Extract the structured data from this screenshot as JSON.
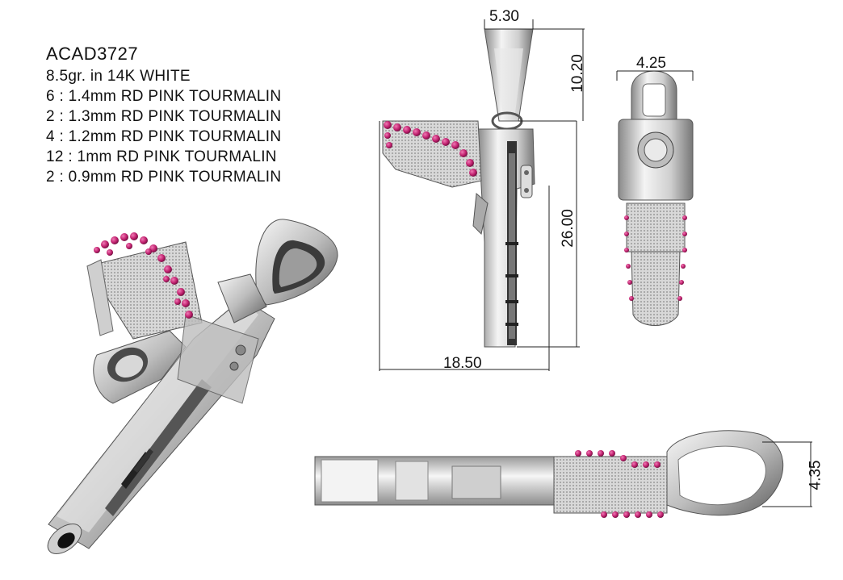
{
  "spec": {
    "code": "ACAD3727",
    "lines": [
      "8.5gr.  in 14K WHITE",
      "6 : 1.4mm RD PINK TOURMALIN",
      "2 : 1.3mm RD PINK TOURMALIN",
      "4 : 1.2mm RD PINK TOURMALIN",
      "12 : 1mm RD PINK TOURMALIN",
      "2 : 0.9mm RD PINK TOURMALIN"
    ]
  },
  "dimensions": {
    "bail_width": "5.30",
    "bail_height": "10.20",
    "body_height": "26.00",
    "body_width": "18.50",
    "side_width": "4.25",
    "depth": "4.35"
  },
  "colors": {
    "metal_light": "#f2f2f2",
    "metal_mid": "#c8c8c8",
    "metal_dark": "#6d6d6d",
    "gem": "#c0206e",
    "gem_highlight": "#f07ab4"
  }
}
